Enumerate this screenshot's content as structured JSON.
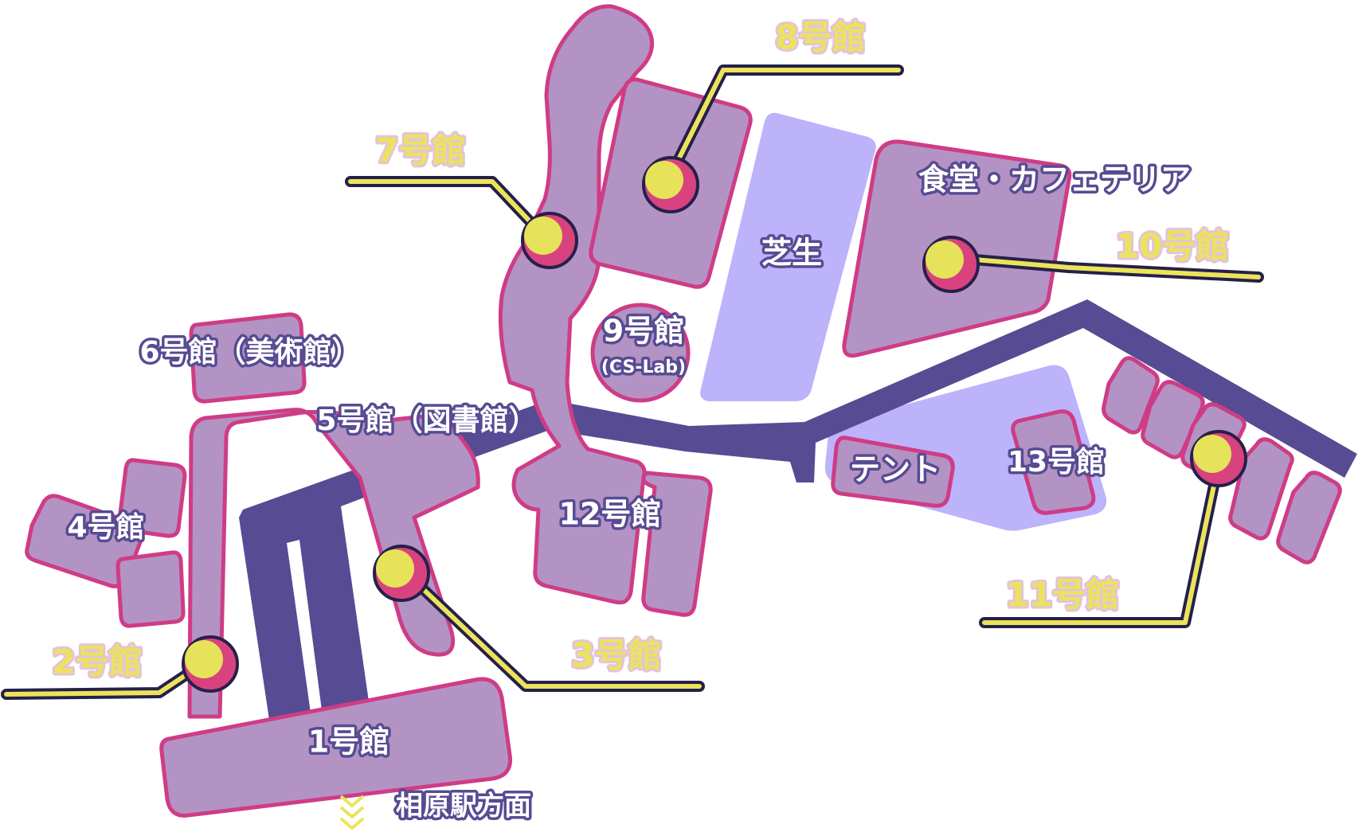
{
  "map": {
    "buildings": {
      "b1": "1号館",
      "b4": "4号館",
      "b5": "5号館（図書館）",
      "b6": "6号館（美術館）",
      "b9": "9号館",
      "b9_sub": "(CS-Lab)",
      "b12": "12号館",
      "b13": "13号館",
      "cafeteria": "食堂・カフェテリア",
      "lawn": "芝生",
      "tent": "テント"
    },
    "callouts": {
      "b2": "2号館",
      "b3": "3号館",
      "b7": "7号館",
      "b8": "8号館",
      "b10": "10号館",
      "b11": "11号館"
    },
    "direction": "相原駅方面"
  },
  "colors": {
    "building_fill": "#b393c4",
    "building_stroke": "#cf3c86",
    "road": "#574b93",
    "lawn": "#bcb3fb",
    "callout_text": "#ece35b",
    "pin": "#d8437f"
  }
}
